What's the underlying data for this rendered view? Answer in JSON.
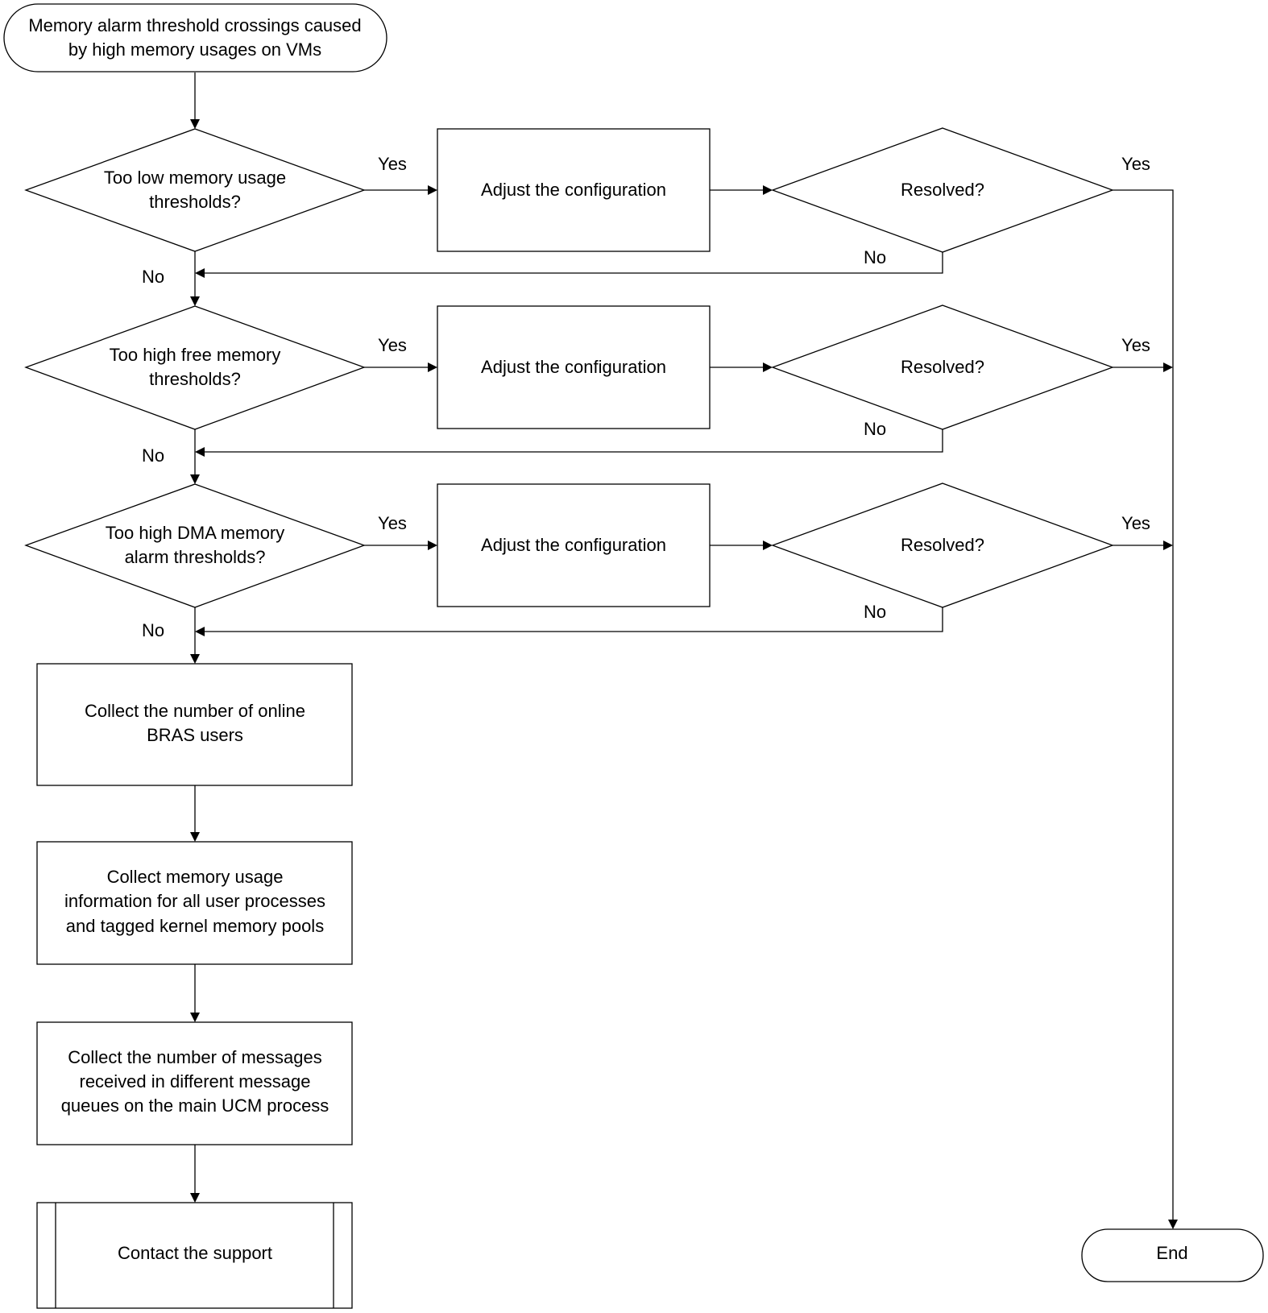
{
  "nodes": {
    "start": [
      "Memory alarm threshold crossings caused",
      "by high memory usages on VMs"
    ],
    "decision_1": [
      "Too low memory usage",
      "thresholds?"
    ],
    "decision_2": [
      "Too high free memory",
      "thresholds?"
    ],
    "decision_3": [
      "Too high DMA memory",
      "alarm thresholds?"
    ],
    "adjust_1": "Adjust the configuration",
    "adjust_2": "Adjust the configuration",
    "adjust_3": "Adjust the configuration",
    "resolved_1": "Resolved?",
    "resolved_2": "Resolved?",
    "resolved_3": "Resolved?",
    "collect_users": [
      "Collect the number of online",
      "BRAS users"
    ],
    "collect_memory": [
      "Collect memory usage",
      "information for all user processes",
      "and tagged kernel memory pools"
    ],
    "collect_messages": [
      "Collect the number of messages",
      "received in different message",
      "queues on the main UCM process"
    ],
    "contact_support": "Contact the support",
    "end": "End"
  },
  "edge_labels": {
    "yes": "Yes",
    "no": "No"
  }
}
